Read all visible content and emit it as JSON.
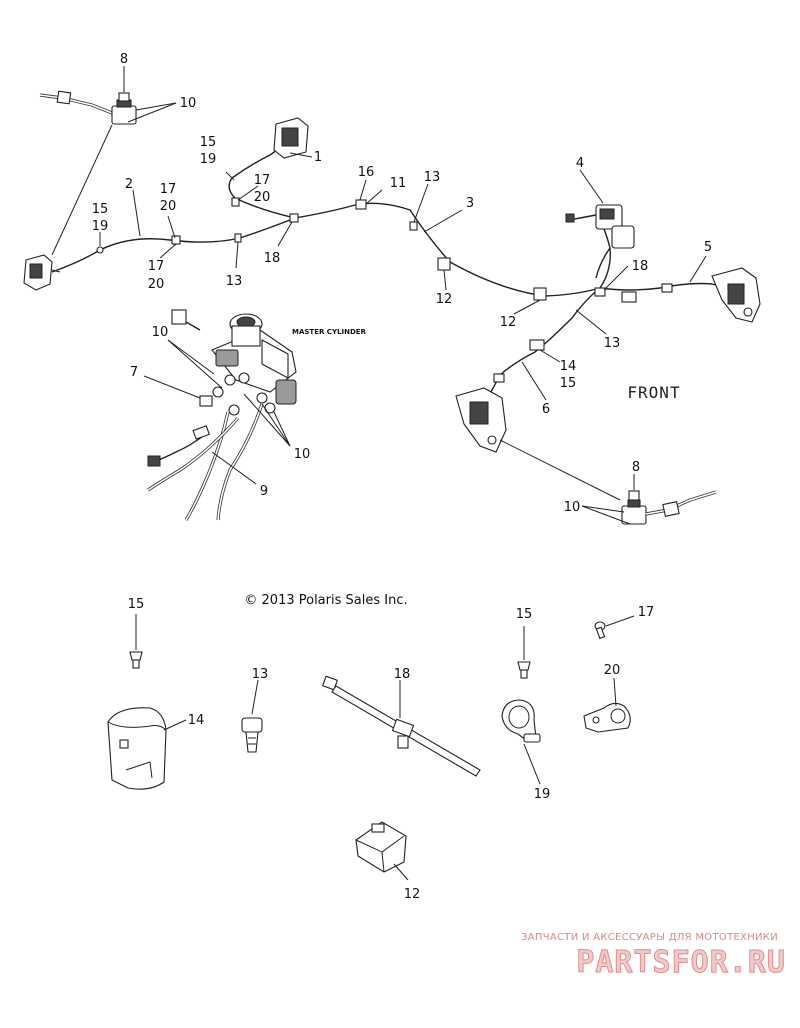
{
  "diagram": {
    "master_cylinder_label": "MASTER CYLINDER",
    "front_label": "FRONT",
    "copyright": "© 2013 Polaris Sales Inc.",
    "callouts": {
      "c1": "1",
      "c2": "2",
      "c3": "3",
      "c4": "4",
      "c5": "5",
      "c6": "6",
      "c7": "7",
      "c8a": "8",
      "c8b": "8",
      "c9": "9",
      "c10a": "10",
      "c10b": "10",
      "c10c": "10",
      "c10d": "10",
      "c11": "11",
      "c12a": "12",
      "c12b": "12",
      "c12c": "12",
      "c13a": "13",
      "c13b": "13",
      "c13c": "13",
      "c13d": "13",
      "c14a": "14",
      "c14b": "14",
      "c15a": "15",
      "c15b": "15",
      "c15c": "15",
      "c15d": "15",
      "c15e": "15",
      "c16": "16",
      "c17a": "17",
      "c17b": "17",
      "c17c": "17",
      "c17d": "17",
      "c18a": "18",
      "c18b": "18",
      "c18c": "18",
      "c19a": "19",
      "c19b": "19",
      "c19c": "19",
      "c20a": "20",
      "c20b": "20",
      "c20c": "20",
      "c20d": "20"
    }
  },
  "watermark": {
    "tagline": "ЗАПЧАСТИ И АКСЕССУАРЫ ДЛЯ МОТОТЕХНИКИ",
    "brand": "PARTSFOR.RU"
  }
}
